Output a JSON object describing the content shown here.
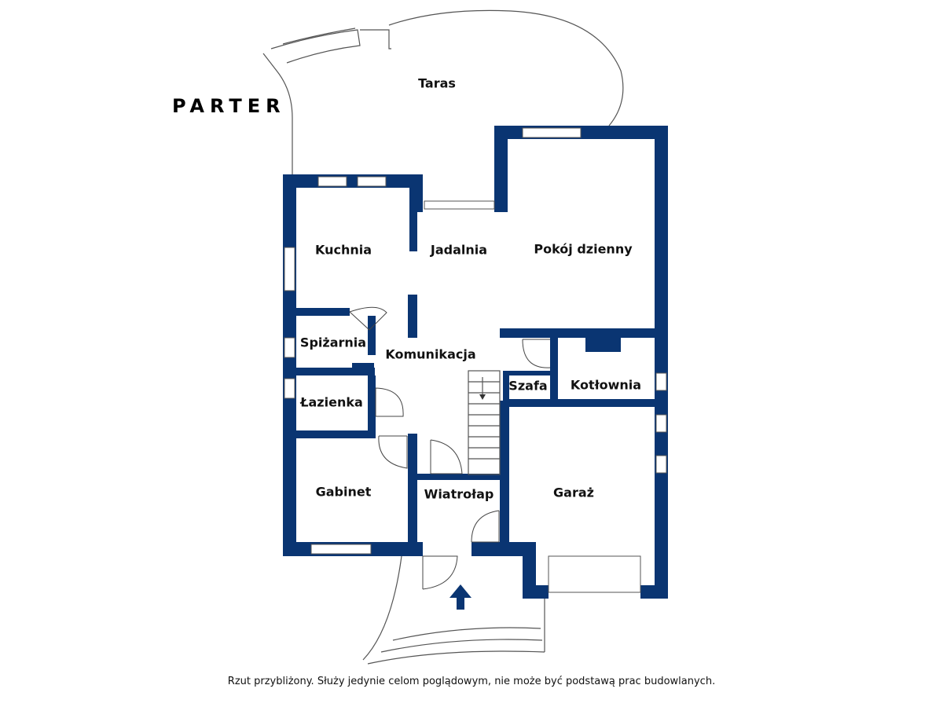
{
  "floor": {
    "title": "PARTER"
  },
  "rooms": {
    "taras": "Taras",
    "kuchnia": "Kuchnia",
    "jadalnia": "Jadalnia",
    "pokoj_dzienny": "Pokój dzienny",
    "spizarnia": "Spiżarnia",
    "komunikacja": "Komunikacja",
    "szafa": "Szafa",
    "kotlownia": "Kotłownia",
    "lazienka": "Łazienka",
    "gabinet": "Gabinet",
    "wiatrolap": "Wiatrołap",
    "garaz": "Garaż"
  },
  "footer": {
    "disclaimer": "Rzut przybliżony. Służy jedynie celom poglądowym, nie może być podstawą prac budowlanych."
  },
  "colors": {
    "wall": "#0a3572",
    "background": "#ffffff"
  },
  "icons": {
    "entrance": "arrow-up-icon"
  }
}
